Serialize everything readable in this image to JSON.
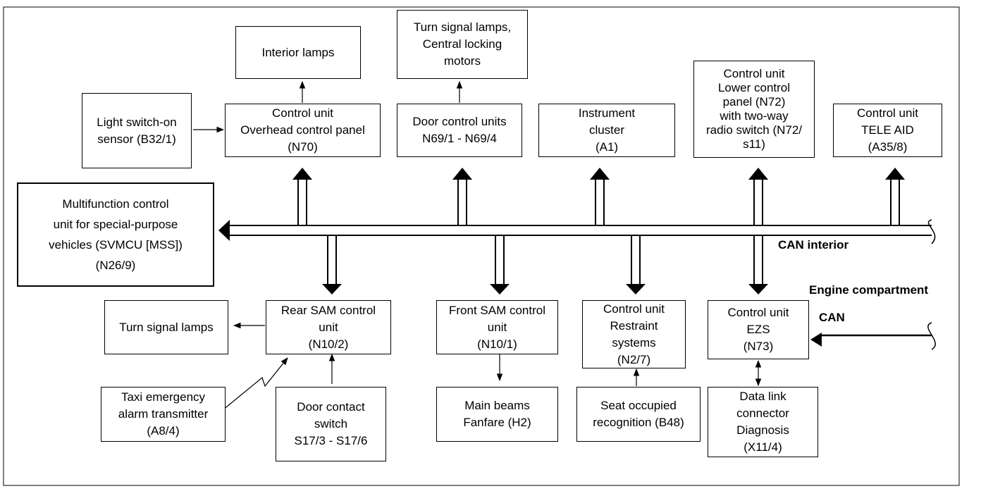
{
  "diagram": {
    "bus_label": "CAN interior",
    "engine_label": "Engine compartment",
    "engine_can_label": "CAN",
    "boxes": {
      "interior_lamps": [
        "Interior lamps"
      ],
      "turn_signal_central_locking": [
        "Turn signal lamps,",
        "Central locking",
        "motors"
      ],
      "light_switch_sensor": [
        "Light switch-on",
        "sensor (B32/1)"
      ],
      "overhead_control_panel": [
        "Control unit",
        "Overhead control panel",
        "(N70)"
      ],
      "door_control_units": [
        "Door control units",
        "N69/1 - N69/4"
      ],
      "instrument_cluster": [
        "Instrument",
        "cluster",
        "(A1)"
      ],
      "lower_control_panel": [
        "Control unit",
        "Lower control",
        "panel (N72)",
        "with two-way",
        "radio switch (N72/",
        "s11)"
      ],
      "tele_aid": [
        "Control unit",
        "TELE AID",
        "(A35/8)"
      ],
      "multifunction_control_unit": [
        "Multifunction control",
        "unit for special-purpose",
        "vehicles (SVMCU [MSS])",
        "(N26/9)"
      ],
      "turn_signal_lamps": [
        "Turn signal lamps"
      ],
      "rear_sam": [
        "Rear SAM control",
        "unit",
        "(N10/2)"
      ],
      "front_sam": [
        "Front SAM control",
        "unit",
        "(N10/1)"
      ],
      "restraint_systems": [
        "Control unit",
        "Restraint",
        "systems",
        "(N2/7)"
      ],
      "ezs": [
        "Control unit",
        "EZS",
        "(N73)"
      ],
      "taxi_alarm": [
        "Taxi emergency",
        "alarm transmitter",
        "(A8/4)"
      ],
      "door_contact_switch": [
        "Door contact",
        "switch",
        "S17/3 - S17/6"
      ],
      "main_beams": [
        "Main beams",
        "Fanfare (H2)"
      ],
      "seat_occupied": [
        "Seat occupied",
        "recognition (B48)"
      ],
      "data_link_connector": [
        "Data link",
        "connector",
        "Diagnosis",
        "(X11/4)"
      ]
    }
  }
}
